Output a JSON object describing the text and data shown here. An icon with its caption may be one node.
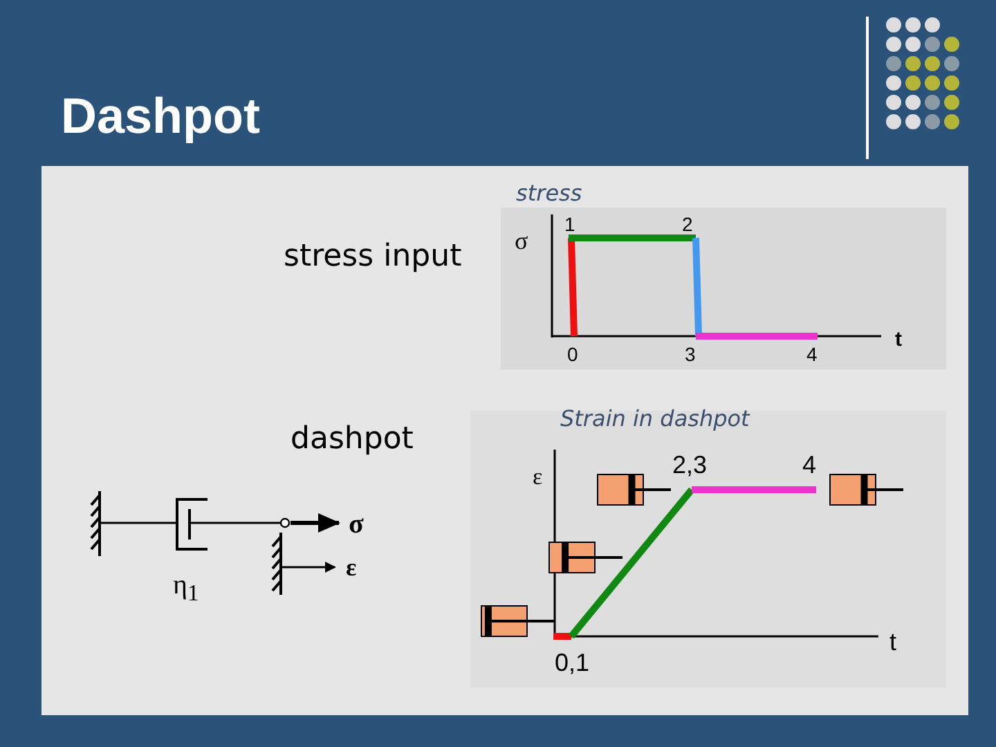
{
  "diagram": {
    "title": "Dashpot",
    "labels": [
      "stress",
      "stress input",
      "σ",
      "1",
      "2",
      "0",
      "3",
      "4",
      "t",
      "dashpot",
      "σ",
      "ε",
      "η$_{1}$",
      "Strain in dashpot",
      "ε",
      "2,3",
      "4",
      "t",
      "0,1"
    ]
  }
}
